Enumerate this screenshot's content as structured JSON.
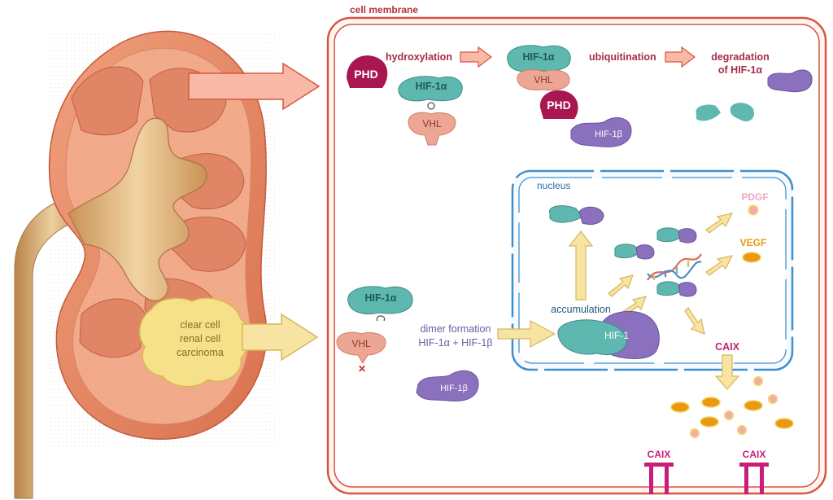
{
  "labels": {
    "cell_membrane": "cell membrane",
    "nucleus": "nucleus",
    "hydroxylation": "hydroxylation",
    "ubiquitination": "ubiquitination",
    "degradation_line1": "degradation",
    "degradation_line2": "of HIF-1α",
    "phd": "PHD",
    "hif1a": "HIF-1α",
    "vhl": "VHL",
    "hif1b": "HIF-1β",
    "hif1": "HIF-1",
    "accumulation": "accumulation",
    "dimer_line1": "dimer formation",
    "dimer_line2": "HIF-1α + HIF-1β",
    "tumor_line1": "clear cell",
    "tumor_line2": "renal cell",
    "tumor_line3": "carcinoma",
    "pdgf": "PDGF",
    "vegf": "VEGF",
    "caix": "CAIX",
    "x_mark": "✕"
  },
  "colors": {
    "membrane": "#d9553f",
    "membrane_fill": "#fff3ef",
    "nucleus": "#3f8fcf",
    "phd": "#a8174f",
    "hif1a": "#5fb8b0",
    "vhl": "#eea694",
    "hif1b": "#8a70bd",
    "arrow_red": "#f8b9a7",
    "arrow_yellow": "#f7e3a2",
    "caix": "#c81e78",
    "vegf": "#e89a14",
    "pdgf": "#f2a7c0",
    "kidney": "#e48a66",
    "kidney_cortex": "#f2ab8a",
    "pelvis": "#d9ab74",
    "tumor": "#f5e189"
  }
}
